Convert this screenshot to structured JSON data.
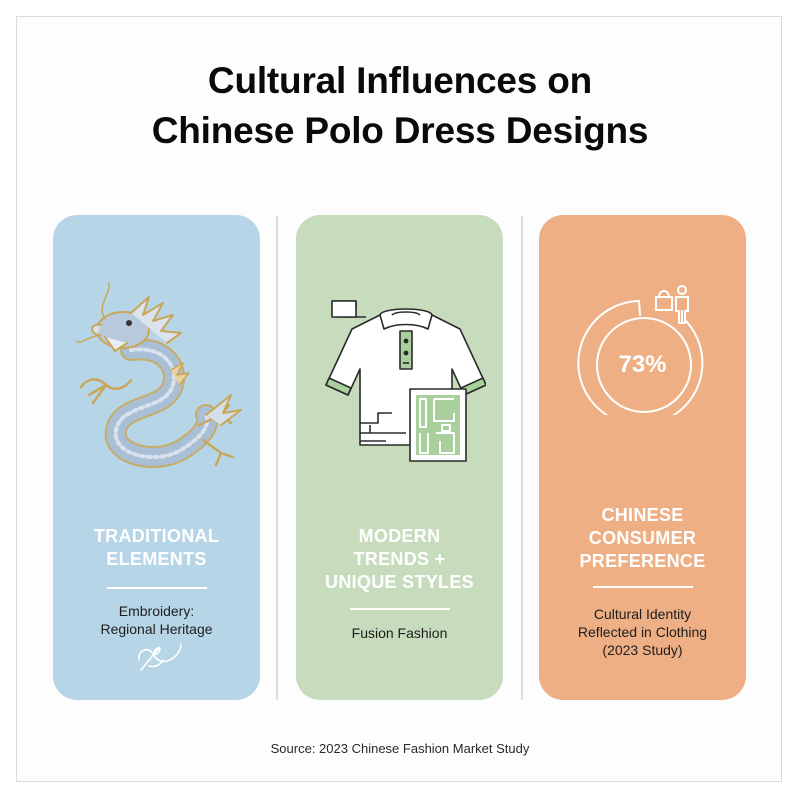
{
  "title": {
    "line1": "Cultural Influences on",
    "line2": "Chinese Polo Dress Designs"
  },
  "cards": [
    {
      "id": "traditional",
      "icon": "dragon-embroidery-icon",
      "heading_lines": [
        "TRADITIONAL",
        "ELEMENTS"
      ],
      "subtitle_lines": [
        "Embroidery:",
        "Regional Heritage"
      ],
      "footer_icon": "needle-thread-icon",
      "color": "#b6d5e6"
    },
    {
      "id": "modern",
      "icon": "polo-shirt-pattern-icon",
      "heading_lines": [
        "MODERN",
        "TRENDS +",
        "UNIQUE STYLES"
      ],
      "subtitle_lines": [
        "Fusion Fashion"
      ],
      "color": "#c6dcbd"
    },
    {
      "id": "consumer",
      "icon": "donut-shopper-icon",
      "stat_value": "73%",
      "stat_percent": 73,
      "heading_lines": [
        "CHINESE",
        "CONSUMER",
        "PREFERENCE"
      ],
      "subtitle_lines": [
        "Cultural Identity",
        "Reflected in Clothing",
        "(2023 Study)"
      ],
      "color": "#eeaf84"
    }
  ],
  "source": "Source: 2023 Chinese Fashion Market Study"
}
